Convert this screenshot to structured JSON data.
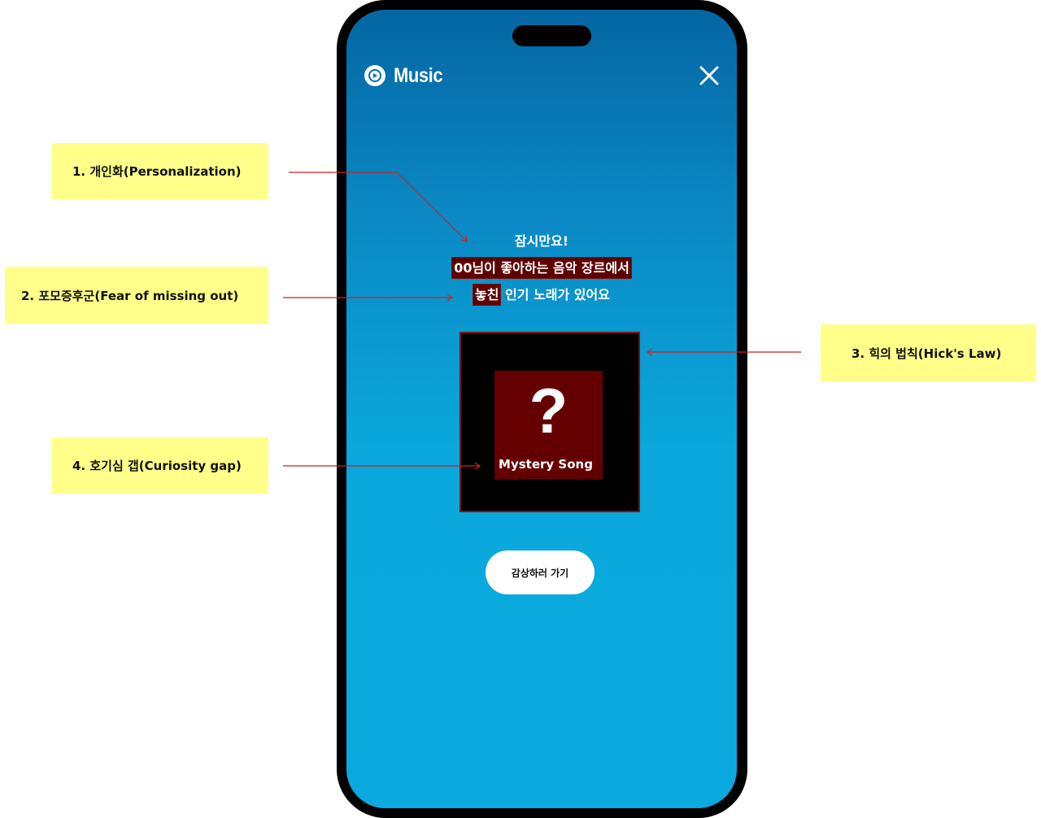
{
  "app": {
    "logo_text": "Music",
    "logo_icon": "play-circle-icon",
    "close_icon": "close-icon"
  },
  "headline": {
    "line1": "잠시만요!",
    "line2_highlight": "00님이 좋아하는 음악 장르에서",
    "line3_highlight": "놓친",
    "line3_rest": " 인기 노래가 있어요"
  },
  "mystery": {
    "symbol": "?",
    "label": "Mystery Song"
  },
  "cta": {
    "label": "감상하러 가기"
  },
  "annotations": [
    {
      "label": "1. 개인화(Personalization)"
    },
    {
      "label": "2. 포모증후군(Fear of missing out)"
    },
    {
      "label": "3. 힉의 법칙(Hick's Law)"
    },
    {
      "label": "4. 호기심 갭(Curiosity gap)"
    }
  ],
  "colors": {
    "highlight": "#5e0000",
    "card": "#640000",
    "arrow": "#cc2222",
    "note_bg": "#ffff8a",
    "screen_top": "#0466a2",
    "screen_bottom": "#0aaae0"
  }
}
